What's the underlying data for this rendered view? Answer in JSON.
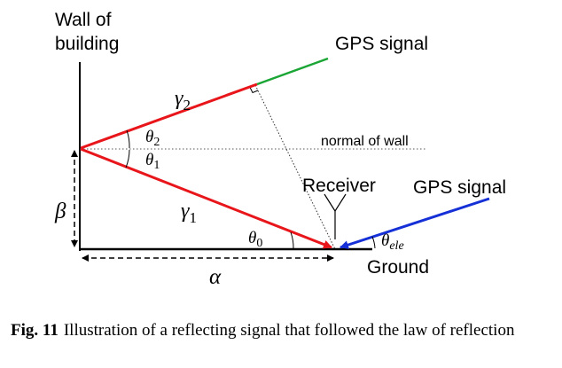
{
  "labels": {
    "wall_line1": "Wall of",
    "wall_line2": "building",
    "gps_signal_top": "GPS signal",
    "gps_signal_right": "GPS signal",
    "normal_of_wall": "normal of wall",
    "receiver": "Receiver",
    "ground": "Ground"
  },
  "symbols": {
    "gamma1": "γ",
    "gamma1_sub": "1",
    "gamma2": "γ",
    "gamma2_sub": "2",
    "theta1": "θ",
    "theta1_sub": "1",
    "theta2": "θ",
    "theta2_sub": "2",
    "theta0": "θ",
    "theta0_sub": "0",
    "theta_ele": "θ",
    "theta_ele_sub": "ele",
    "alpha": "α",
    "beta": "β"
  },
  "caption": {
    "label": "Fig. 11",
    "text": "Illustration of a reflecting signal that followed the law of reflection"
  },
  "colors": {
    "reflected_path": "#e8161b",
    "gps_top_extension": "#1aa535",
    "gps_direct": "#1530d6",
    "lines": "#000000"
  }
}
